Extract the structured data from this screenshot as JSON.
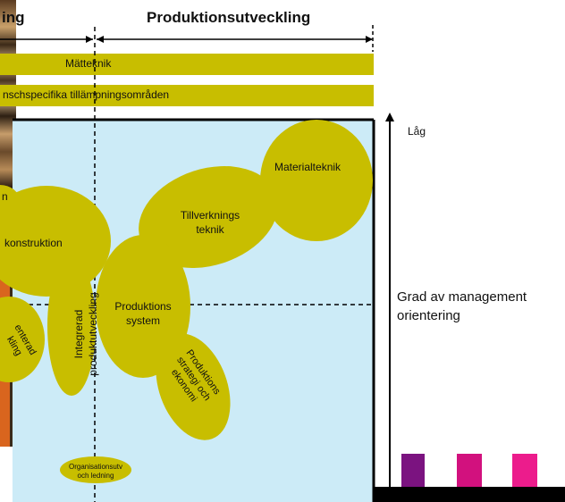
{
  "header": {
    "left_label_fragment": "ing",
    "right_label": "Produktionsutveckling"
  },
  "bands": {
    "band1": "Mätteknik",
    "band2": "nschspecifika tillämpningsområden"
  },
  "ellipses": {
    "materialteknik": "Materialteknik",
    "tillverkningsteknik": [
      "Tillverknings",
      "teknik"
    ],
    "produktionssystem": [
      "Produktions",
      "system"
    ],
    "konstruktion": "konstruktion",
    "partial_n": "n",
    "integrerad": [
      "Integrerad",
      "produktutveckling"
    ],
    "orienterad": [
      "enterad",
      "kling"
    ],
    "strategi": [
      "Produktions",
      "strategi och",
      "ekonomi"
    ],
    "organisation": [
      "Organisationsutv",
      "och ledning"
    ]
  },
  "right_panel": {
    "axis_top_label": "Låg",
    "axis_title": [
      "Grad av management",
      "orientering"
    ],
    "bar_colors": [
      "#7B1380",
      "#D2117E",
      "#EC1C8C"
    ]
  },
  "colors": {
    "olive": "#C8BE00",
    "sky": "#CCEBF7",
    "orange": "#D9651E"
  }
}
